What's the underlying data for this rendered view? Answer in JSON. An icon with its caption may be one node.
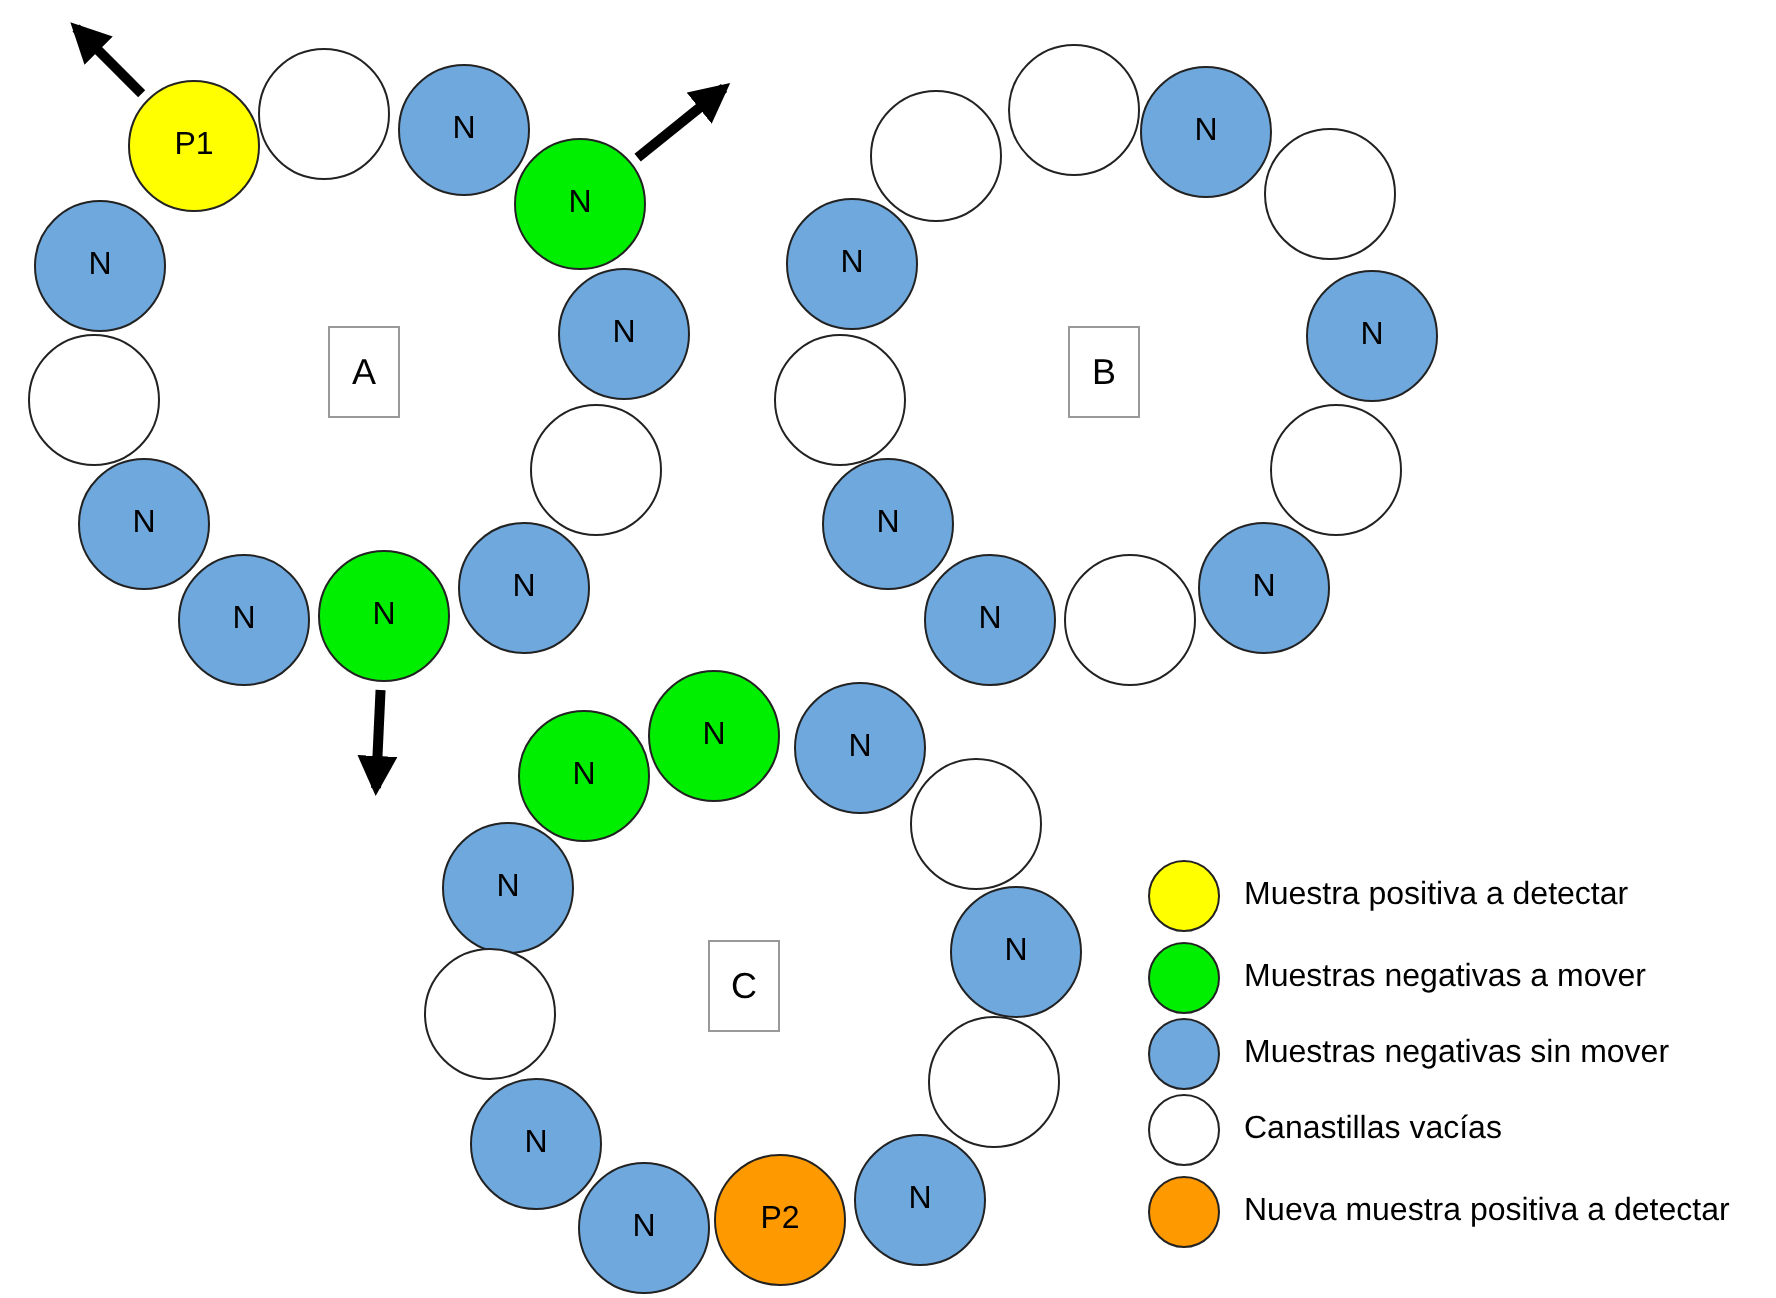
{
  "diagram": {
    "nodes": [
      {
        "text": [
          "P1"
        ]
      },
      {
        "text": [],
        "shape": "circle"
      },
      {
        "text": [
          "N"
        ]
      },
      {
        "text": [
          "N"
        ]
      },
      {
        "text": [
          "N"
        ]
      },
      {
        "text": [
          "N"
        ]
      },
      {
        "text": [
          "A"
        ]
      },
      {
        "text": [],
        "shape": "circle"
      },
      {
        "text": [],
        "shape": "circle"
      },
      {
        "text": [
          "N"
        ]
      },
      {
        "text": [
          "N"
        ]
      },
      {
        "text": [
          "N"
        ]
      },
      {
        "text": [
          "N"
        ]
      },
      {
        "text": [],
        "shape": "circle"
      },
      {
        "text": [],
        "shape": "circle"
      },
      {
        "text": [
          "N"
        ]
      },
      {
        "text": [],
        "shape": "circle"
      },
      {
        "text": [
          "N"
        ]
      },
      {
        "text": [
          "N"
        ]
      },
      {
        "text": [
          "B"
        ]
      },
      {
        "text": [],
        "shape": "circle"
      },
      {
        "text": [],
        "shape": "circle"
      },
      {
        "text": [
          "N"
        ]
      },
      {
        "text": [
          "N"
        ]
      },
      {
        "text": [],
        "shape": "circle"
      },
      {
        "text": [
          "N"
        ]
      },
      {
        "text": [
          "N"
        ]
      },
      {
        "text": [
          "N"
        ]
      },
      {
        "text": [
          "N"
        ]
      },
      {
        "text": [],
        "shape": "circle"
      },
      {
        "text": [
          "N"
        ]
      },
      {
        "text": [
          "N"
        ]
      },
      {
        "text": [
          "C"
        ]
      },
      {
        "text": [],
        "shape": "circle"
      },
      {
        "text": [],
        "shape": "circle"
      },
      {
        "text": [
          "N"
        ]
      },
      {
        "text": [
          "N"
        ]
      },
      {
        "text": [
          "P2"
        ]
      },
      {
        "text": [
          "N"
        ]
      }
    ],
    "edges": [
      {
        "from": 0,
        "to": null,
        "arrow": "to"
      },
      {
        "from": 3,
        "to": null,
        "arrow": "to"
      },
      {
        "from": 11,
        "to": null,
        "arrow": "to"
      }
    ],
    "legend": [
      {
        "text": "Muestra positiva a detectar",
        "color": "#ffff00"
      },
      {
        "text": "Muestras negativas a mover",
        "color": "#00ee00"
      },
      {
        "text": "Muestras negativas sin mover",
        "color": "#6fa8dc"
      },
      {
        "text": "Canastillas vacías",
        "color": "#ffffff"
      },
      {
        "text": "Nueva muestra positiva a detectar",
        "color": "#ff9900"
      }
    ]
  }
}
